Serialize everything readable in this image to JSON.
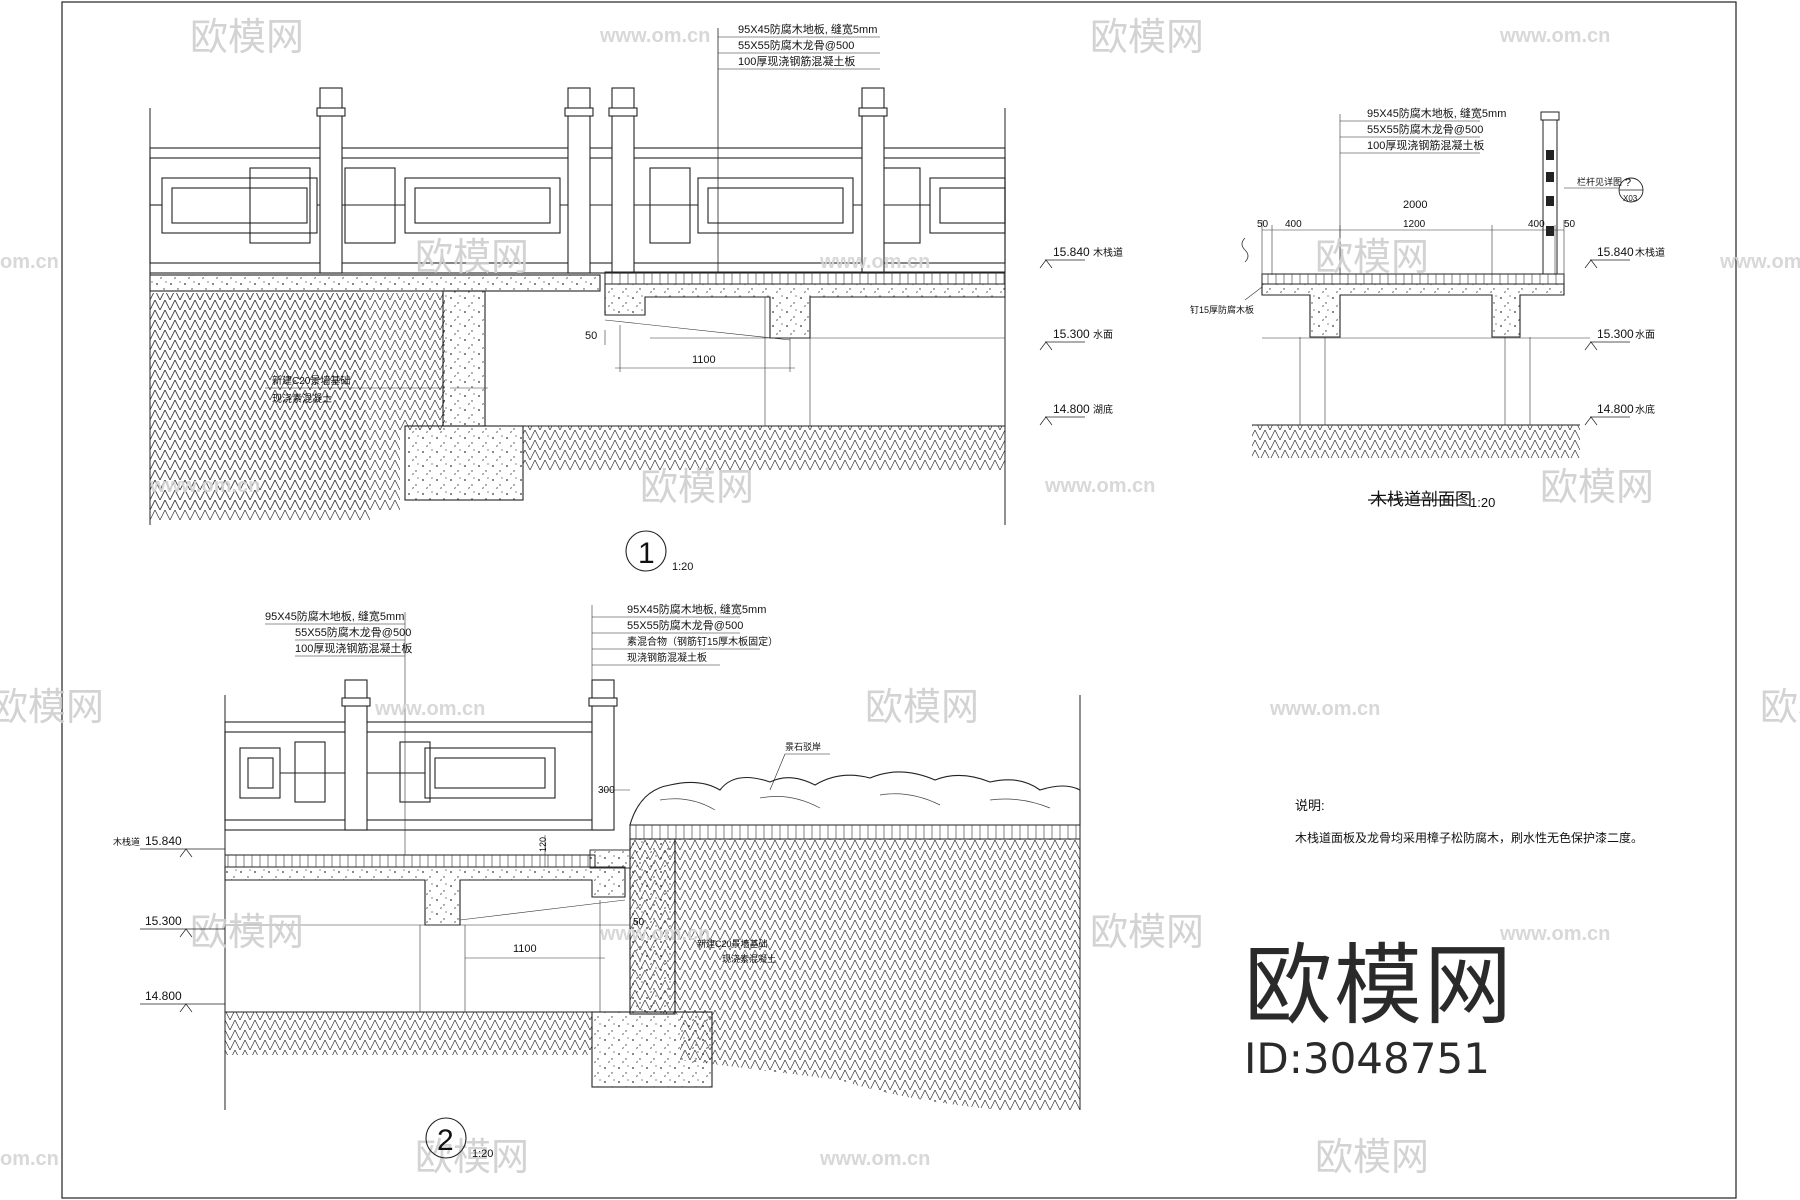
{
  "watermark": {
    "brand": "欧模网",
    "url": "www.om.cn",
    "url_short": "om.cn",
    "id_label": "ID:3048751"
  },
  "section1": {
    "notes": [
      "95X45防腐木地板, 缝宽5mm",
      "55X55防腐木龙骨@500",
      "100厚现浇钢筋混凝土板"
    ],
    "elevations": [
      {
        "value": "15.840",
        "label": "木栈道"
      },
      {
        "value": "15.300",
        "label": "水面"
      },
      {
        "value": "14.800",
        "label": "湖底"
      }
    ],
    "dims": [
      "50",
      "1100"
    ],
    "wall_notes": [
      "新建C20景墙基础",
      "现浇素混凝土"
    ],
    "tag": "1",
    "scale": "1:20"
  },
  "section_boardwalk": {
    "notes": [
      "95X45防腐木地板, 缝宽5mm",
      "55X55防腐木龙骨@500",
      "100厚现浇钢筋混凝土板"
    ],
    "rail_note": "栏杆见详图",
    "detail_ref": "?",
    "detail_sheet": "X03",
    "dims": [
      "2000",
      "50",
      "400",
      "1200",
      "400",
      "50"
    ],
    "side_note": "钉15厚防腐木板",
    "elevations": [
      {
        "value": "15.840",
        "label": "木栈道"
      },
      {
        "value": "15.300",
        "label": "水面"
      },
      {
        "value": "14.800",
        "label": "水底"
      }
    ],
    "title": "木栈道剖面图",
    "scale": "1:20"
  },
  "section2": {
    "notes_left": [
      "95X45防腐木地板, 缝宽5mm",
      "55X55防腐木龙骨@500",
      "100厚现浇钢筋混凝土板"
    ],
    "notes_right": [
      "95X45防腐木地板, 缝宽5mm",
      "55X55防腐木龙骨@500",
      "素混合物（钢筋钉15厚木板固定）",
      "现浇钢筋混凝土板"
    ],
    "rock_note": "景石驳岸",
    "elevations": [
      {
        "value": "15.840",
        "label": "木栈道"
      },
      {
        "value": "15.300",
        "label": ""
      },
      {
        "value": "14.800",
        "label": ""
      }
    ],
    "dims": [
      "300",
      "120",
      "50",
      "1100"
    ],
    "wall_notes": [
      "新建C20景墙基础",
      "现浇素混凝土"
    ],
    "tag": "2",
    "scale": "1:20"
  },
  "notes": {
    "heading": "说明:",
    "body": "木栈道面板及龙骨均采用樟子松防腐木，刷水性无色保护漆二度。"
  }
}
